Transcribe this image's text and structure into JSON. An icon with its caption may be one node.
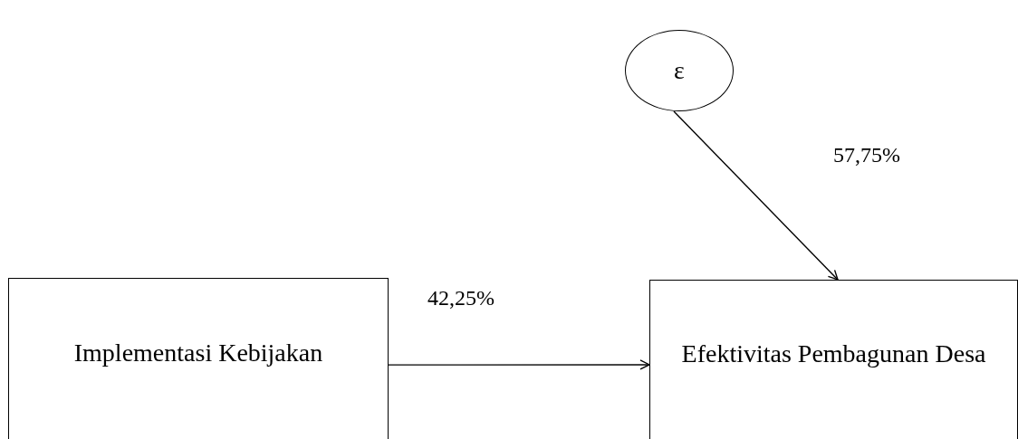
{
  "diagram": {
    "nodes": [
      {
        "text": [
          "ε"
        ]
      },
      {
        "text": [
          "Implementasi Kebijakan"
        ]
      },
      {
        "text": [
          "Efektivitas Pembagunan Desa"
        ]
      }
    ],
    "edges": [
      {
        "from": 1,
        "to": 2,
        "arrow": "to",
        "label": "42,25%"
      },
      {
        "from": 0,
        "to": 2,
        "arrow": "to",
        "label": "57,75%"
      }
    ]
  }
}
